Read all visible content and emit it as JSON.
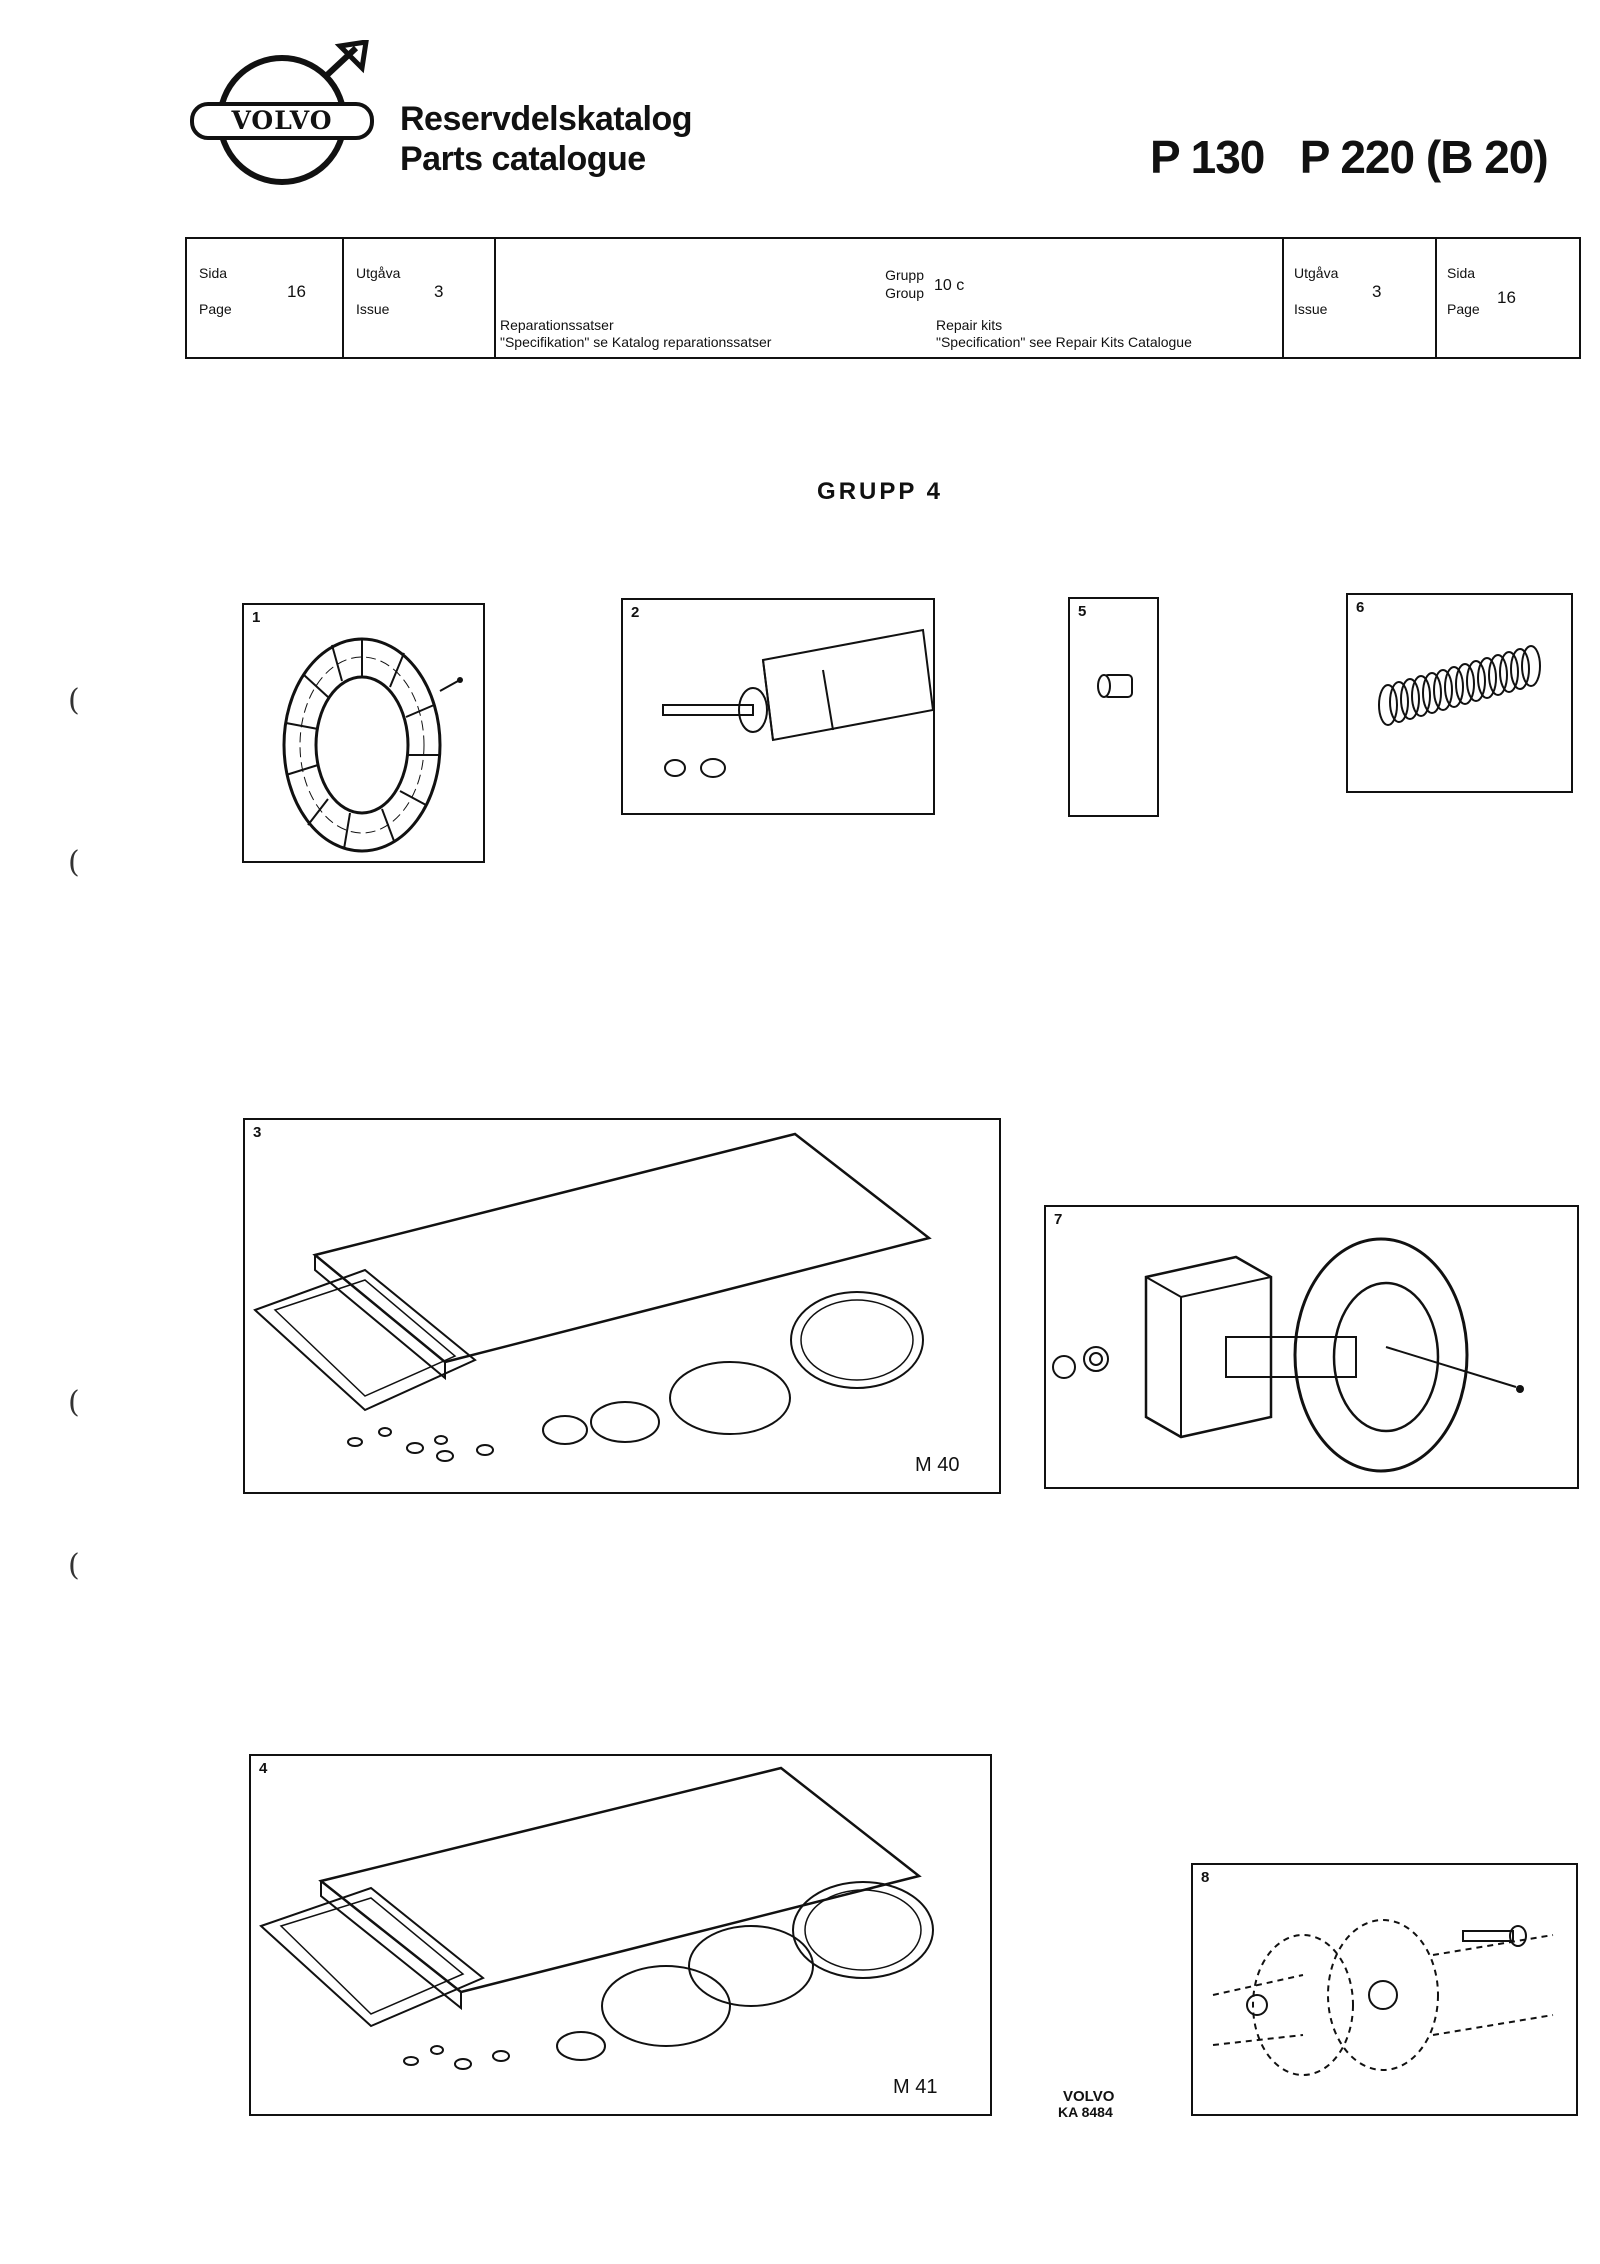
{
  "header": {
    "brand": "VOLVO",
    "title_sv": "Reservdelskatalog",
    "title_en": "Parts catalogue",
    "models": "P 130   P 220 (B 20)"
  },
  "info_table": {
    "sida_label": "Sida",
    "page_label": "Page",
    "page_value": "16",
    "utgava_label": "Utgåva",
    "issue_label": "Issue",
    "issue_value": "3",
    "grupp_label": "Grupp",
    "group_label": "Group",
    "group_value": "10 c",
    "repair_sv": "Reparationssatser",
    "spec_sv": "\"Specifikation\" se Katalog reparationssatser",
    "repair_en": "Repair kits",
    "spec_en": "\"Specification\" see Repair Kits Catalogue",
    "utgava_label_r": "Utgåva",
    "issue_label_r": "Issue",
    "issue_value_r": "3",
    "sida_label_r": "Sida",
    "page_label_r": "Page",
    "page_value_r": "16"
  },
  "group_heading": "GRUPP 4",
  "figures": [
    {
      "number": "1"
    },
    {
      "number": "2"
    },
    {
      "number": "5"
    },
    {
      "number": "6"
    },
    {
      "number": "3",
      "label": "M 40"
    },
    {
      "number": "7"
    },
    {
      "number": "4",
      "label": "M 41"
    },
    {
      "number": "8"
    }
  ],
  "footer": {
    "brand": "VOLVO",
    "code": "KA 8484"
  },
  "margin_marks": [
    "(",
    "(",
    "(",
    "("
  ]
}
